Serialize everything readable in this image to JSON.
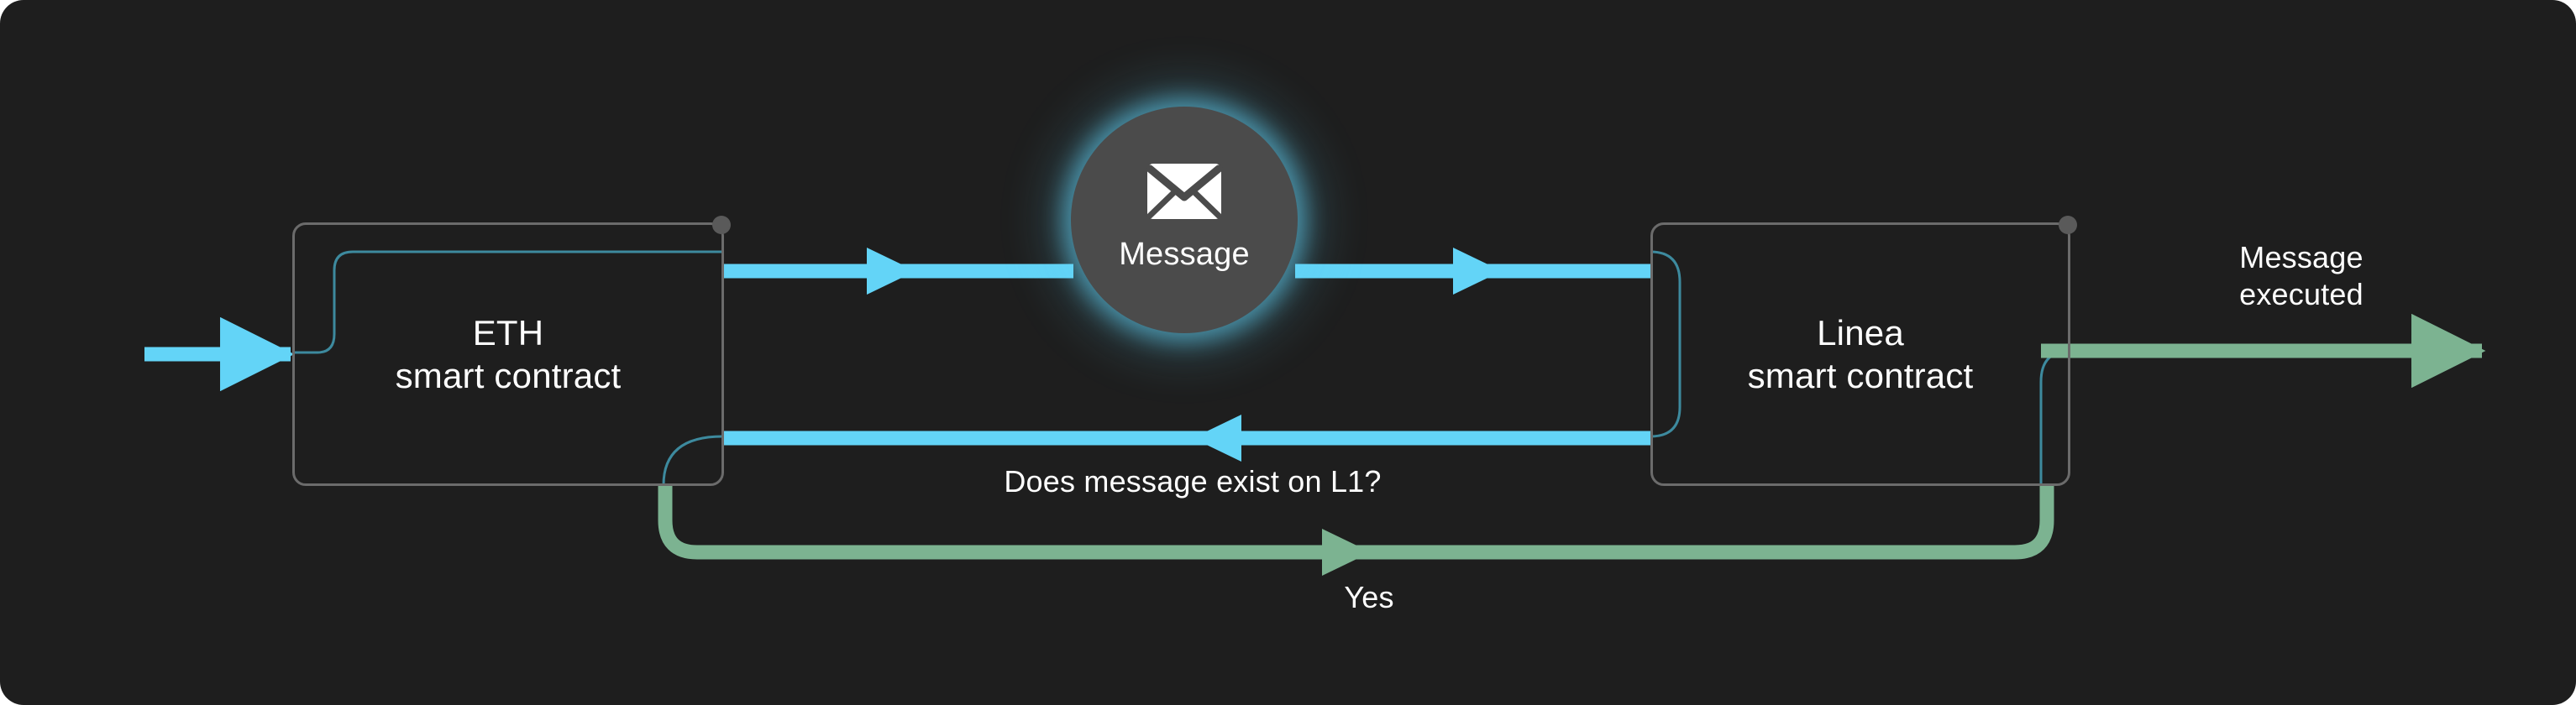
{
  "diagram": {
    "title": "Linea message bridging flow",
    "background_color": "#1e1e1e",
    "colors": {
      "cyan": "#63d4f7",
      "green": "#7cb391",
      "teal_thin": "#3d8a9e",
      "box_border": "#6b6b6b",
      "node_circle": "#4b4b4b",
      "text": "#ffffff"
    }
  },
  "nodes": {
    "eth_contract": {
      "label": "ETH\nsmart contract"
    },
    "message": {
      "label": "Message",
      "icon": "envelope-icon"
    },
    "linea_contract": {
      "label": "Linea\nsmart contract"
    }
  },
  "edges": {
    "inbound": {
      "label": "",
      "color": "#63d4f7"
    },
    "eth_to_message": {
      "label": "",
      "color": "#63d4f7"
    },
    "message_to_linea": {
      "label": "",
      "color": "#63d4f7"
    },
    "linea_to_eth_query": {
      "label": "Does message exist on L1?",
      "color": "#63d4f7"
    },
    "yes_loop": {
      "label": "Yes",
      "color": "#7cb391"
    },
    "outbound": {
      "label": "Message\nexecuted",
      "color": "#7cb391"
    }
  }
}
